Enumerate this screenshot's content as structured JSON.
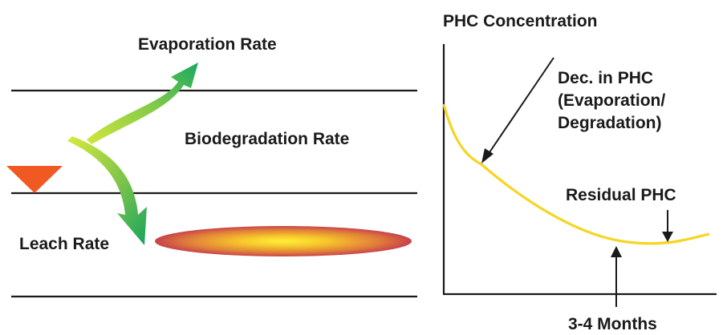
{
  "left_panel": {
    "evaporation_label": "Evaporation Rate",
    "biodegradation_label": "Biodegradation Rate",
    "leach_label": "Leach Rate"
  },
  "right_panel": {
    "axis_title": "PHC Concentration",
    "decrease_label": [
      "Dec. in PHC",
      "(Evaporation/",
      "Degradation)"
    ],
    "residual_label": "Residual PHC",
    "time_label": "3-4 Months"
  },
  "colors": {
    "lines": "#1a1a1a",
    "water_table_marker": "#f05a22",
    "curve": "#f6d523",
    "arrow_start": "#c8e23c",
    "arrow_end": "#1aa85f",
    "plume_center": "#ffe83a",
    "plume_edge": "#c8434a"
  }
}
